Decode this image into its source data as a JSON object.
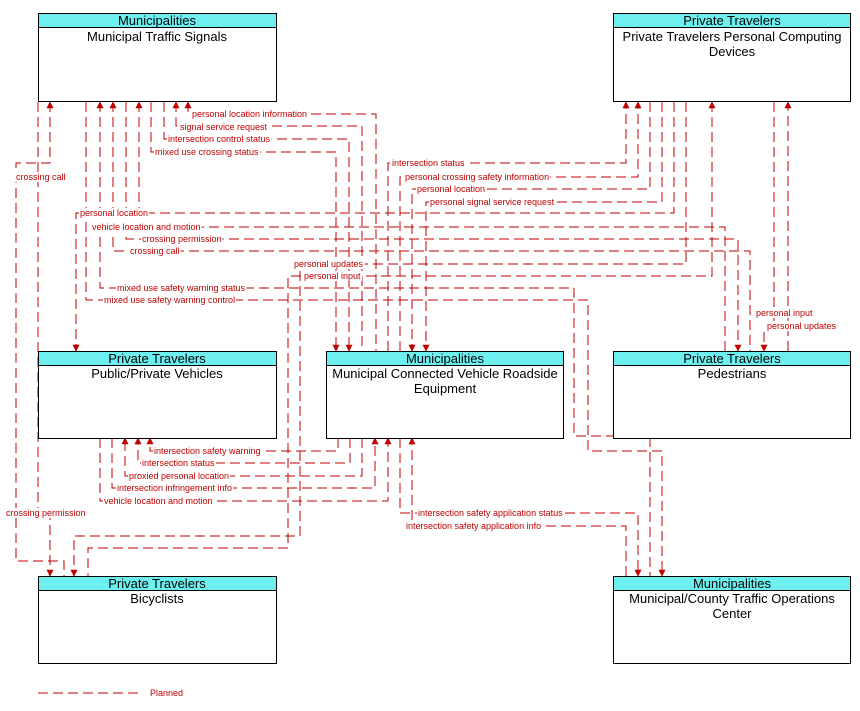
{
  "nodes": {
    "mts": {
      "category": "Municipalities",
      "title": [
        "Municipal Traffic Signals"
      ]
    },
    "ptpcd": {
      "category": "Private Travelers",
      "title": [
        "Private Travelers Personal Computing",
        "Devices"
      ]
    },
    "ppv": {
      "category": "Private Travelers",
      "title": [
        "Public/Private Vehicles"
      ]
    },
    "mcvre": {
      "category": "Municipalities",
      "title": [
        "Municipal Connected Vehicle Roadside",
        "Equipment"
      ]
    },
    "ped": {
      "category": "Private Travelers",
      "title": [
        "Pedestrians"
      ]
    },
    "bic": {
      "category": "Private Travelers",
      "title": [
        "Bicyclists"
      ]
    },
    "mcto": {
      "category": "Municipalities",
      "title": [
        "Municipal/County Traffic Operations",
        "Center"
      ]
    }
  },
  "flows": {
    "f01": "personal location information",
    "f02": "signal service request",
    "f03": "intersection control status",
    "f04": "mixed use crossing status",
    "f05": "crossing call",
    "f06": "intersection status",
    "f07": "personal crossing safety information",
    "f08": "personal location",
    "f09": "personal signal service request",
    "f10": "personal location",
    "f11": "vehicle location and motion",
    "f12": "crossing permission",
    "f13": "crossing call",
    "f14": "personal updates",
    "f15": "personal input",
    "f16": "mixed use safety warning status",
    "f17": "mixed use safety warning control",
    "f18": "personal input",
    "f19": "personal updates",
    "f20": "intersection safety warning",
    "f21": "intersection status",
    "f22": "proxied personal location",
    "f23": "intersection infringement info",
    "f24": "vehicle location and motion",
    "f25": "crossing permission",
    "f26": "intersection safety application status",
    "f27": "intersection safety application info"
  },
  "legend": {
    "label": "Planned"
  },
  "colors": {
    "header": "#6ff0f0",
    "flow": "#c00000"
  }
}
